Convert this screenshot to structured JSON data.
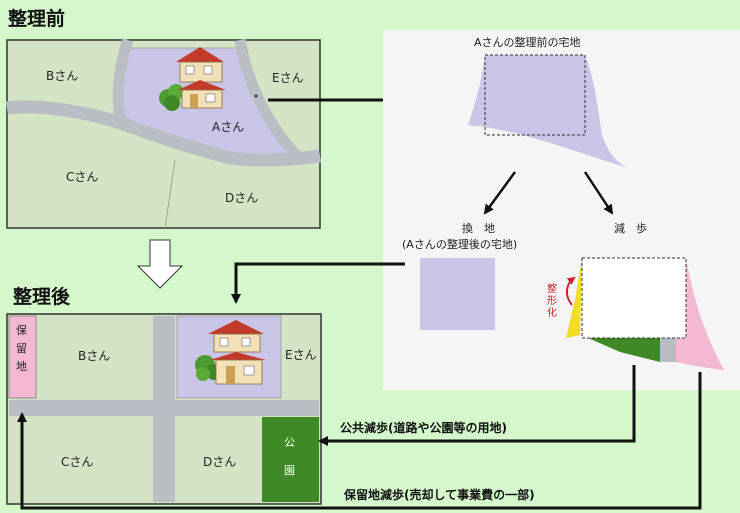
{
  "before": {
    "title": "整理前",
    "lots": {
      "b": "Bさん",
      "a": "Aさん",
      "e": "Eさん",
      "c": "Cさん",
      "d": "Dさん"
    }
  },
  "after": {
    "title": "整理後",
    "lots": {
      "reserve": [
        "保",
        "留",
        "地"
      ],
      "b": "Bさん",
      "e": "Eさん",
      "c": "Cさん",
      "d": "Dさん",
      "park": [
        "公",
        "園"
      ]
    }
  },
  "panel": {
    "before_lot_label": "Aさんの整理前の宅地",
    "exchange_label_1": "換　地",
    "exchange_label_2": "(Aさんの整理後の宅地)",
    "reduction_label": "減　歩",
    "shaping_label": [
      "整",
      "形",
      "化"
    ]
  },
  "flows": {
    "public_reduction": "公共減歩(道路や公園等の用地)",
    "reserve_reduction": "保留地減歩(売却して事業費の一部)"
  },
  "colors": {
    "background": "#d4f7cc",
    "lot_green": "#d3e3c4",
    "road_gray": "#b9bec4",
    "lavender": "#c9c5e6",
    "pink": "#f3b9d3",
    "park_green": "#3f8a27",
    "yellow": "#f2dc24",
    "red_accent": "#cc2233"
  }
}
